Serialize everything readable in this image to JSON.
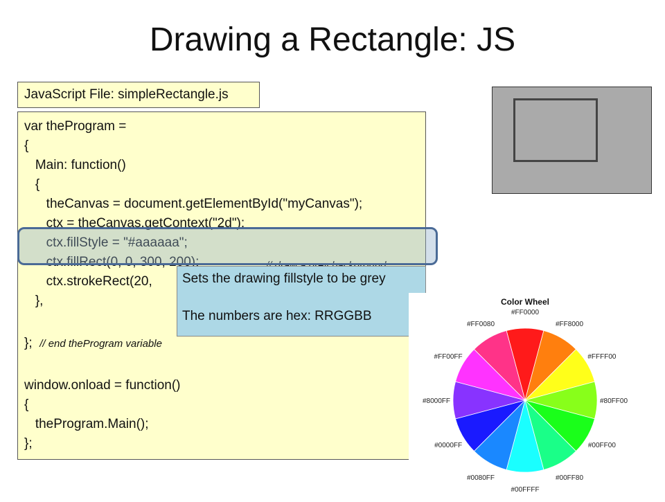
{
  "slide": {
    "title": "Drawing a Rectangle: JS",
    "file_label": "JavaScript File: simpleRectangle.js"
  },
  "code": {
    "lines": [
      "var theProgram =",
      "{",
      "   Main: function()",
      "   {",
      "      theCanvas = document.getElementById(\"myCanvas\");",
      "      ctx = theCanvas.getContext(\"2d\");",
      "      ctx.fillStyle = \"#aaaaaa\";",
      "      ctx.fillRect(0, 0, 300, 200);",
      "      ctx.strokeRect(20,",
      "   },",
      "};",
      "window.onload = function()",
      "{",
      "   theProgram.Main();",
      "};"
    ],
    "comment_fill": "// draw a grey background",
    "comment_end": "// end theProgram variable"
  },
  "callout": {
    "line1": "Sets the drawing fillstyle to be grey",
    "line2": "The numbers are hex: RRGGBB"
  },
  "color_wheel": {
    "title": "Color Wheel",
    "labels": [
      "#FF0000",
      "#FF8000",
      "#FFFF00",
      "#80FF00",
      "#00FF00",
      "#00FF80",
      "#00FFFF",
      "#0080FF",
      "#0000FF",
      "#8000FF",
      "#FF00FF",
      "#FF0080"
    ],
    "colors": [
      "#ff1a1a",
      "#ff7f0e",
      "#ffff1a",
      "#88ff1a",
      "#1aff1a",
      "#1aff88",
      "#1affff",
      "#1a88ff",
      "#1a1aff",
      "#8833ff",
      "#ff33ff",
      "#ff3388"
    ]
  },
  "canvas_preview": {
    "fill": "#aaaaaa",
    "stroke": "#444444"
  }
}
